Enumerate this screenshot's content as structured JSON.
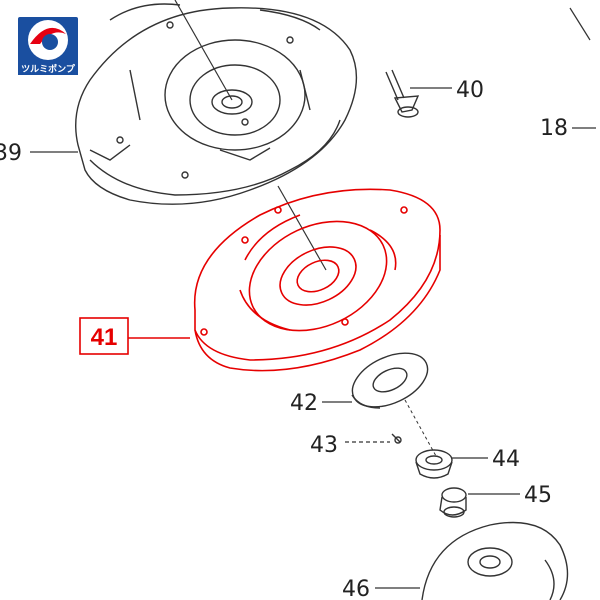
{
  "logo": {
    "brand_text": "ツルミポンプ",
    "color": "#1a4fa0",
    "accent": "#e60012"
  },
  "colors": {
    "line": "#333333",
    "highlight": "#e60000"
  },
  "callouts": {
    "c18": "18",
    "c39": "39",
    "c40": "40",
    "c41": "41",
    "c42": "42",
    "c43": "43",
    "c44": "44",
    "c45": "45",
    "c46": "46"
  },
  "highlighted_part": "41"
}
